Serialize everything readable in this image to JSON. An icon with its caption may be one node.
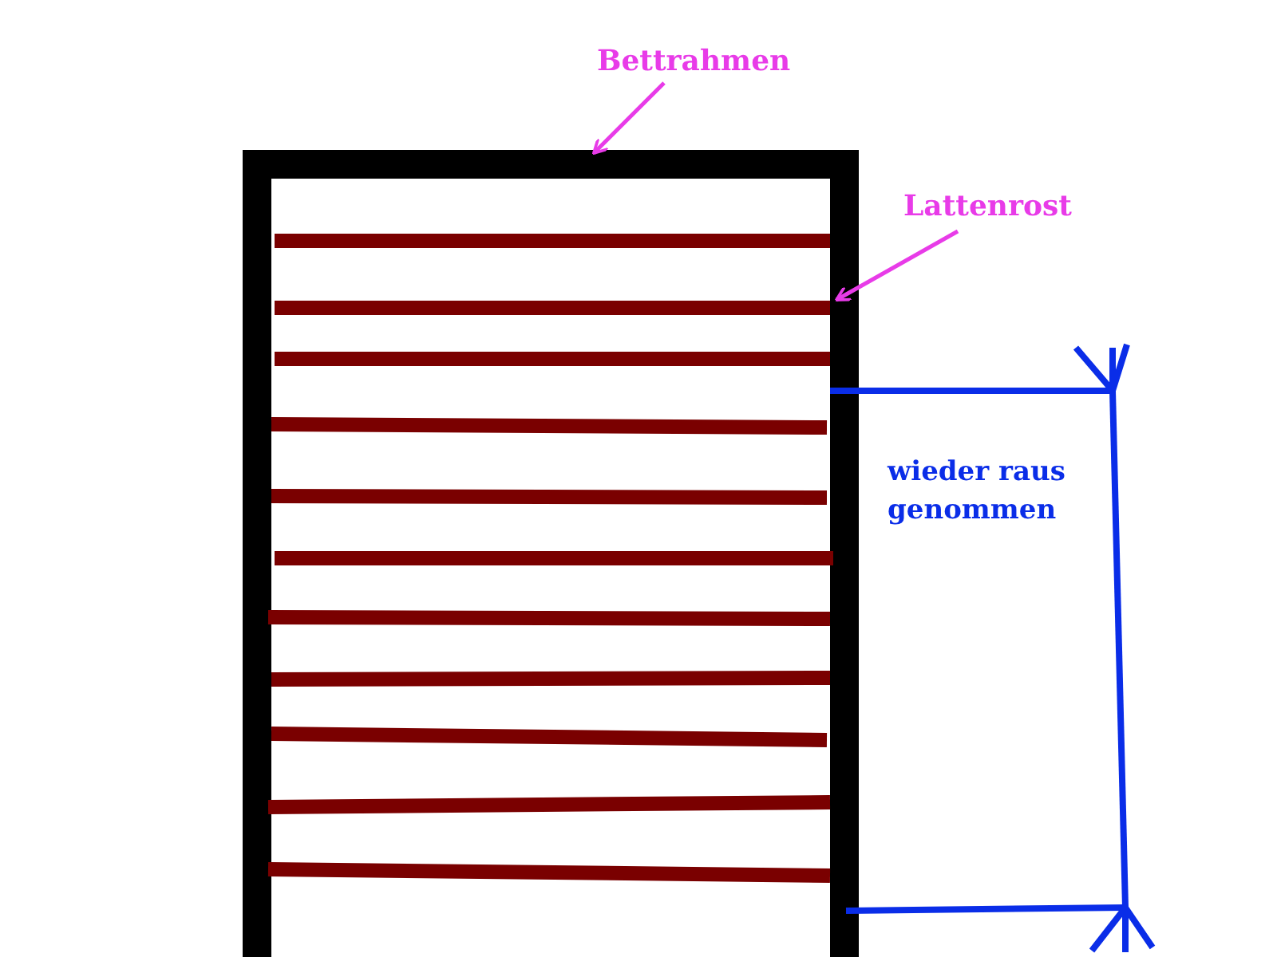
{
  "diagram": {
    "nodes": [
      {
        "text": [
          "Bettrahmen"
        ]
      },
      {
        "text": [],
        "shape": "box"
      },
      {
        "text": [
          "Lattenrost"
        ]
      },
      {
        "text": [],
        "shape": "bar",
        "in": 1
      }
    ],
    "edges": [
      {
        "from": 0,
        "to": 1,
        "arrow": "to"
      },
      {
        "from": 2,
        "to": 3,
        "arrow": "to"
      }
    ],
    "labels": [
      "wieder raus genommen"
    ]
  }
}
